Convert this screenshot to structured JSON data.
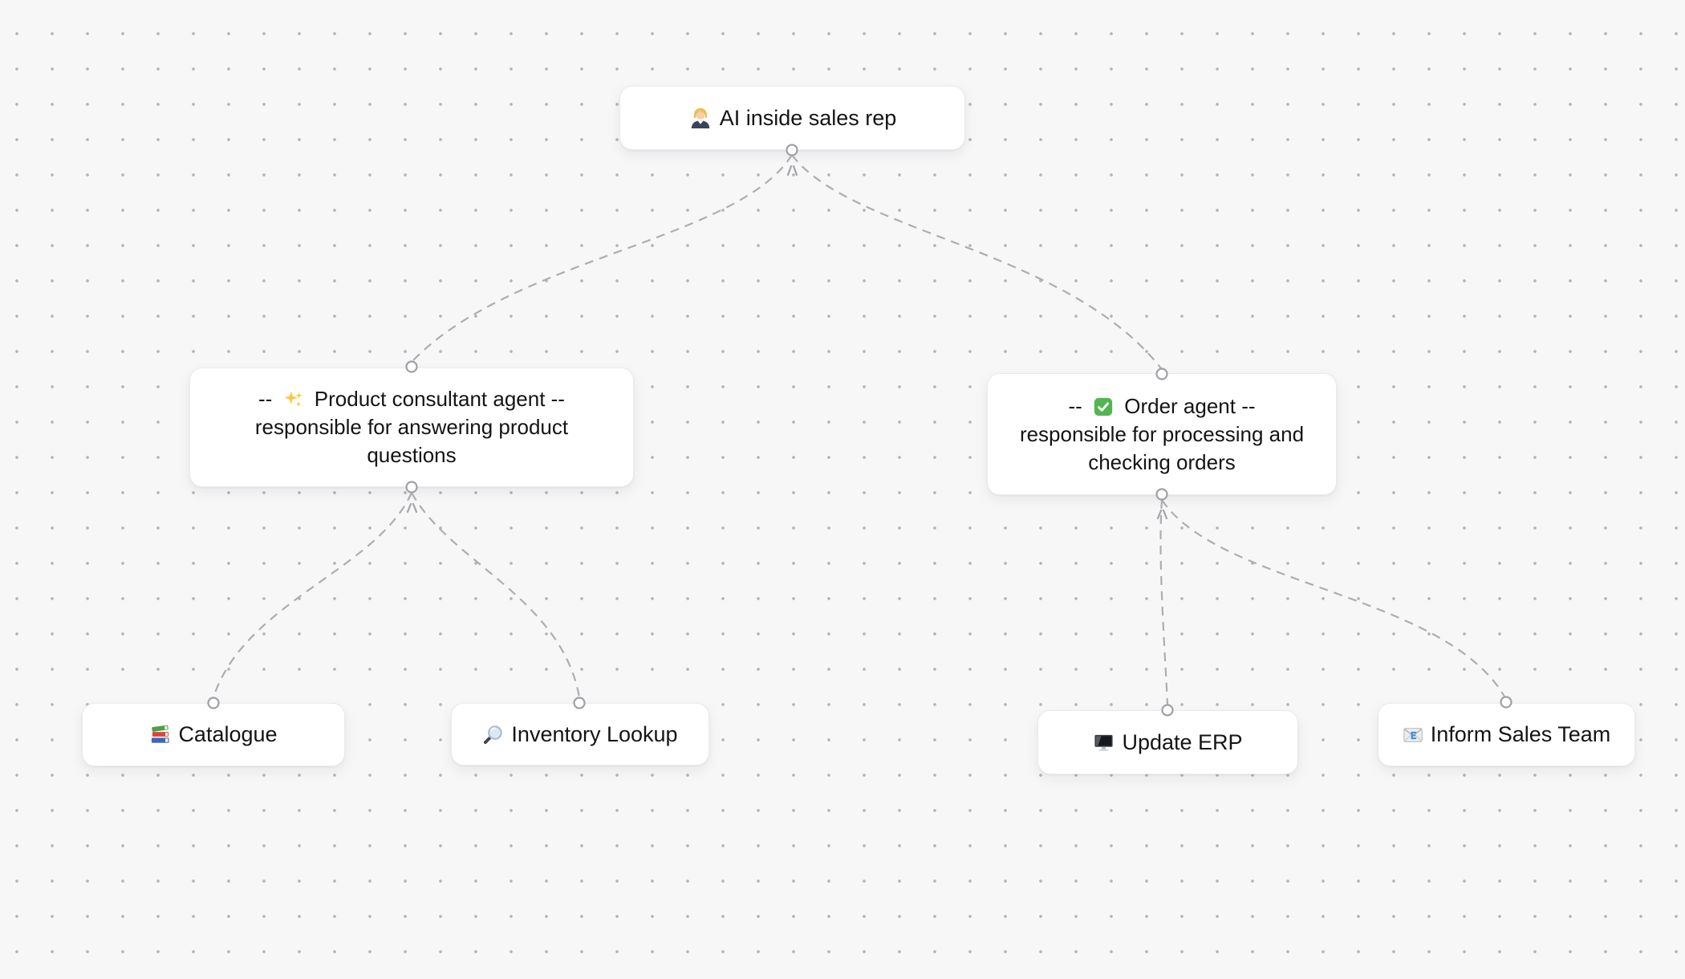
{
  "app": {
    "type": "mind-map-canvas"
  },
  "canvas": {
    "background_color": "#f7f7f8",
    "dot_color": "#b4b4b9",
    "node_background": "#ffffff",
    "edge_color": "#adadb3"
  },
  "nodes": [
    {
      "id": "ai-inside-sales-rep",
      "icon": "woman-office-worker-icon",
      "emoji": "👩🏼‍💼",
      "label": "AI inside sales rep"
    },
    {
      "id": "product-consultant-agent",
      "icon": "sparkles-icon",
      "emoji": "✨",
      "prefix": "-- ",
      "label": " Product consultant agent --\nresponsible for answering product\nquestions"
    },
    {
      "id": "order-agent",
      "icon": "check-mark-button-icon",
      "emoji": "✅",
      "prefix": "-- ",
      "label": " Order agent --\nresponsible for processing and\nchecking orders"
    },
    {
      "id": "catalogue",
      "icon": "books-icon",
      "emoji": "📚",
      "label": "Catalogue"
    },
    {
      "id": "inventory-lookup",
      "icon": "magnifying-glass-icon",
      "emoji": "🔍",
      "label": "Inventory Lookup"
    },
    {
      "id": "update-erp",
      "icon": "desktop-computer-icon",
      "emoji": "🖥️",
      "label": "Update ERP"
    },
    {
      "id": "inform-sales-team",
      "icon": "email-icon",
      "emoji": "📧",
      "label": "Inform Sales Team"
    }
  ],
  "edges": [
    {
      "from": "ai-inside-sales-rep",
      "to": "product-consultant-agent"
    },
    {
      "from": "ai-inside-sales-rep",
      "to": "order-agent"
    },
    {
      "from": "product-consultant-agent",
      "to": "catalogue"
    },
    {
      "from": "product-consultant-agent",
      "to": "inventory-lookup"
    },
    {
      "from": "order-agent",
      "to": "update-erp"
    },
    {
      "from": "order-agent",
      "to": "inform-sales-team"
    }
  ]
}
